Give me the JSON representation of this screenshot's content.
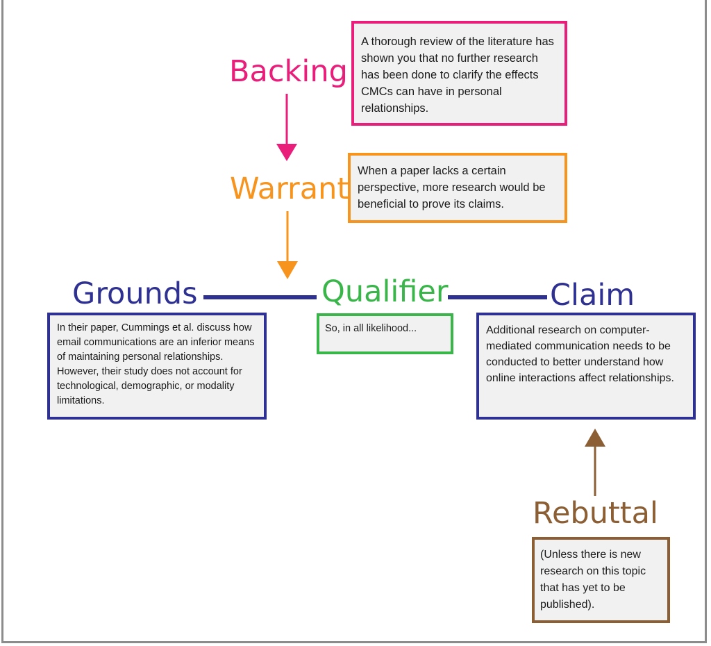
{
  "colors": {
    "backing": "#e91e7a",
    "warrant": "#f7941d",
    "grounds": "#2e3192",
    "qualifier": "#39b54a",
    "claim": "#2e3192",
    "rebuttal": "#8b5e34",
    "box_fill": "#f1f1f1"
  },
  "nodes": {
    "backing": {
      "label": "Backing",
      "text": "A thorough review of the literature has shown you that no further research has been done to clarify the effects CMCs can have in personal relationships."
    },
    "warrant": {
      "label": "Warrant",
      "text": "When a paper lacks a certain perspective, more research would be beneficial to prove its claims."
    },
    "grounds": {
      "label": "Grounds",
      "text": "In their paper, Cummings et al.  discuss how email communications are an inferior means of maintaining personal relationships. However, their study does not account for technological, demographic, or modality limitations."
    },
    "qualifier": {
      "label": "Qualifier",
      "text": "So, in all likelihood..."
    },
    "claim": {
      "label": "Claim",
      "text": "Additional research on computer-mediated communication needs to be conducted to better understand how online interactions affect relationships."
    },
    "rebuttal": {
      "label": "Rebuttal",
      "text": "(Unless there is new research on this topic that has yet to be published)."
    }
  },
  "edges": [
    {
      "from": "backing",
      "to": "warrant",
      "type": "arrow"
    },
    {
      "from": "warrant",
      "to": "qualifier",
      "type": "arrow"
    },
    {
      "from": "grounds",
      "to": "qualifier",
      "type": "line"
    },
    {
      "from": "qualifier",
      "to": "claim",
      "type": "line"
    },
    {
      "from": "rebuttal",
      "to": "claim",
      "type": "arrow"
    }
  ]
}
